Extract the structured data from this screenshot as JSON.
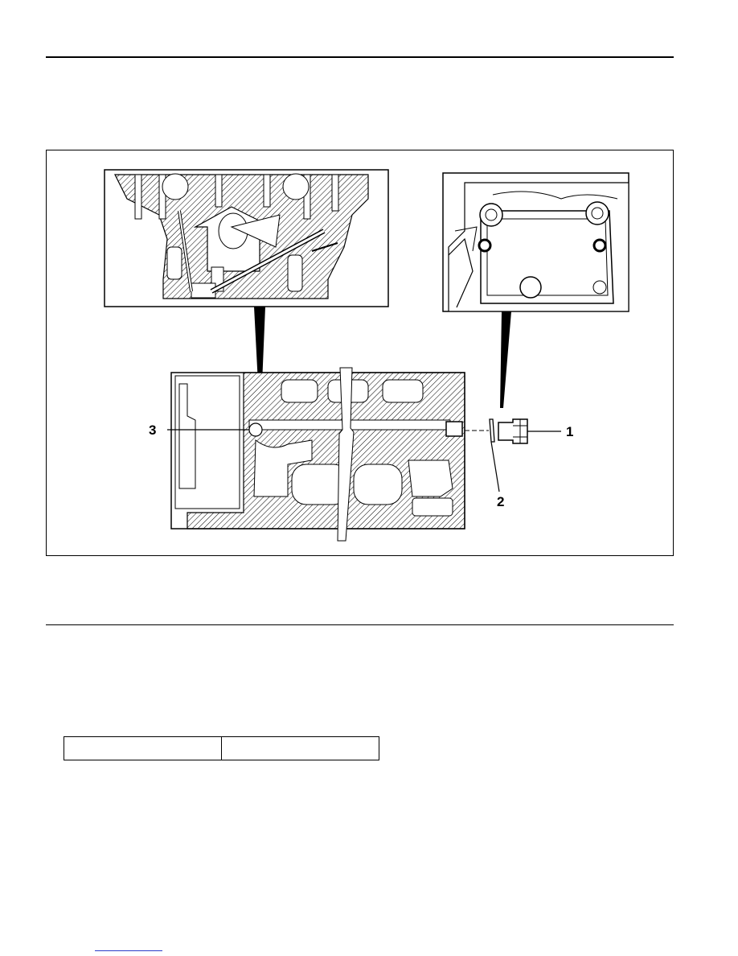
{
  "figure": {
    "callouts": [
      {
        "id": "1",
        "label": "1"
      },
      {
        "id": "2",
        "label": "2"
      },
      {
        "id": "3",
        "label": "3"
      }
    ]
  },
  "spec_table": {
    "cells": [
      "",
      ""
    ]
  },
  "colors": {
    "ink": "#000000",
    "paper": "#ffffff",
    "link": "#2b3cc8"
  },
  "icons": [
    "engine-block-section-icon",
    "oil-gallery-detail-icon",
    "cover-plate-detail-icon",
    "plug-bolt-icon",
    "sealing-washer-icon"
  ]
}
